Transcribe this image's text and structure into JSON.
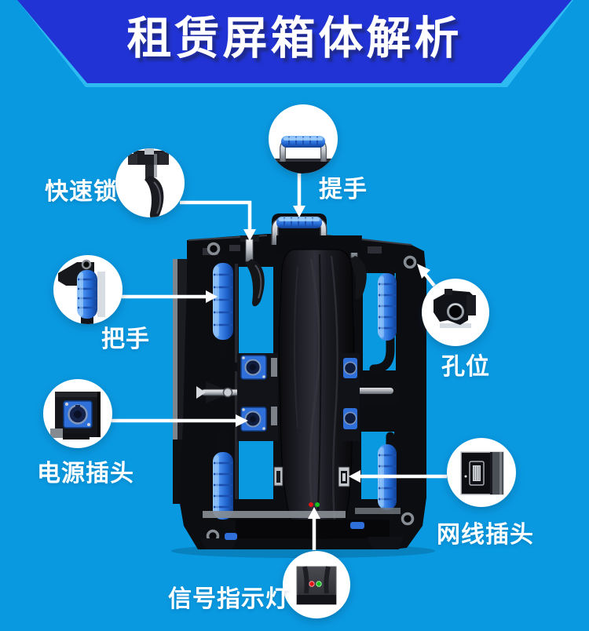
{
  "title": "租赁屏箱体解析",
  "colors": {
    "background": "#0999E0",
    "banner": "#2133D4",
    "banner_edge": "#2EBBF2",
    "text": "#FFFFFF",
    "handle_blue": "#2E7DE9",
    "connector_blue": "#2E6FD9",
    "cabinet_black": "#0C0D11",
    "chrome": "#C3C7CC",
    "led_red": "#E01414",
    "led_green": "#17C01E"
  },
  "product": {
    "name": "rental-led-cabinet-rear-view",
    "icon": "led-cabinet-rear"
  },
  "callouts": [
    {
      "id": "quick-lock",
      "label": "快速锁",
      "icon": "quick-lock-photo",
      "arrow": "elbow-down"
    },
    {
      "id": "lift-handle",
      "label": "提手",
      "icon": "lift-handle-photo",
      "arrow": "down"
    },
    {
      "id": "side-grip",
      "label": "把手",
      "icon": "side-grip-photo",
      "arrow": "right"
    },
    {
      "id": "hole-position",
      "label": "孔位",
      "icon": "corner-hole-photo",
      "arrow": "up-left"
    },
    {
      "id": "power-plug",
      "label": "电源插头",
      "icon": "power-connector-photo",
      "arrow": "right"
    },
    {
      "id": "lan-plug",
      "label": "网线插头",
      "icon": "ethernet-port-photo",
      "arrow": "left"
    },
    {
      "id": "signal-light",
      "label": "信号指示灯",
      "icon": "signal-led-photo",
      "arrow": "up"
    }
  ]
}
